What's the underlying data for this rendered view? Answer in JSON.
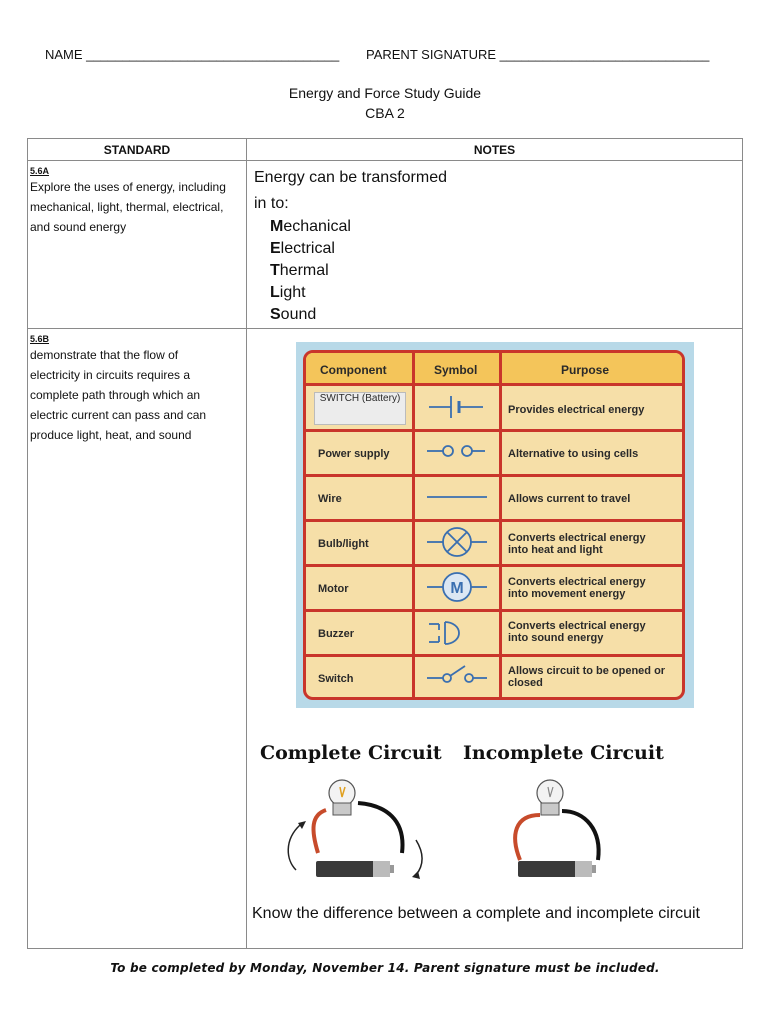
{
  "header": {
    "name_label": "NAME ___________________________________",
    "parent_signature_label": "PARENT SIGNATURE _____________________________",
    "title": "Energy and Force Study Guide",
    "subtitle": "CBA 2"
  },
  "table": {
    "col_standard": "STANDARD",
    "col_notes": "NOTES",
    "rows": [
      {
        "code": "5.6A",
        "standard_lines": [
          "Explore the uses of energy, including",
          "mechanical, light, thermal, electrical,",
          "and sound energy"
        ],
        "notes_intro": [
          "Energy can be transformed",
          "in to:"
        ],
        "energy_types": [
          {
            "first": "M",
            "rest": "echanical"
          },
          {
            "first": "E",
            "rest": "lectrical"
          },
          {
            "first": "T",
            "rest": "hermal"
          },
          {
            "first": "L",
            "rest": "ight"
          },
          {
            "first": "S",
            "rest": "ound"
          }
        ]
      },
      {
        "code": "5.6B",
        "standard_lines": [
          "demonstrate that the flow of",
          "electricity in circuits requires a",
          "complete path through which an",
          "electric current can pass and can",
          "produce light, heat, and sound"
        ],
        "closing_note": "Know the difference between a complete and incomplete circuit"
      }
    ]
  },
  "symbols_table": {
    "headers": [
      "Component",
      "Symbol",
      "Purpose"
    ],
    "rows": [
      {
        "component": "SWITCH (Battery)",
        "purpose": [
          "Provides electrical energy"
        ]
      },
      {
        "component": "Power supply",
        "purpose": [
          "Alternative to using cells"
        ]
      },
      {
        "component": "Wire",
        "purpose": [
          "Allows current to travel"
        ]
      },
      {
        "component": "Bulb/light",
        "purpose": [
          "Converts electrical energy",
          "into heat and light"
        ]
      },
      {
        "component": "Motor",
        "purpose": [
          "Converts electrical energy",
          "into movement energy"
        ]
      },
      {
        "component": "Buzzer",
        "purpose": [
          "Converts electrical energy",
          "into sound energy"
        ]
      },
      {
        "component": "Switch",
        "purpose": [
          "Allows circuit to be opened or",
          "closed"
        ]
      }
    ],
    "motor_letter": "M"
  },
  "circuits": {
    "complete_label": "Complete Circuit",
    "incomplete_label": "Incomplete Circuit"
  },
  "footer": "To be completed by Monday, November 14.   Parent signature must be included.",
  "colors": {
    "border": "#c9352b",
    "panel": "#f6dfa8",
    "header": "#f4c55a",
    "frame": "#b8d9e8",
    "symbol": "#3a6fb0"
  }
}
